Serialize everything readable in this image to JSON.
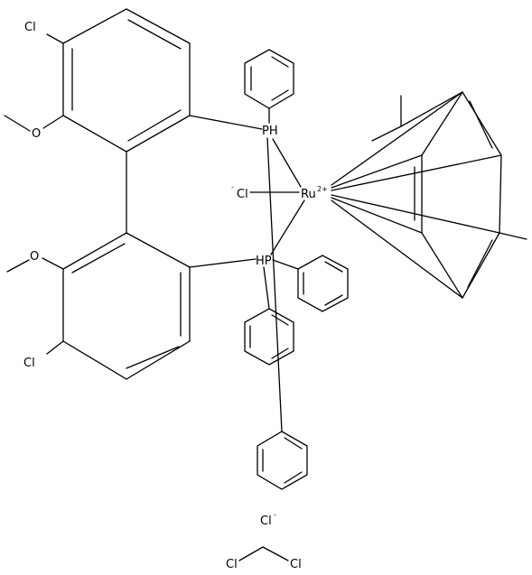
{
  "structure": {
    "atoms": {
      "cl_top_aryl": "Cl",
      "methoxy_top": "O",
      "methoxy_bottom": "O",
      "cl_bottom_aryl": "Cl",
      "p_top": "PH",
      "p_bottom": "HP",
      "ru": "Ru",
      "ru_charge": "2+",
      "ru_cl": "Cl",
      "ru_cl_charge": "-"
    },
    "counterion": {
      "symbol": "Cl",
      "charge": "-"
    },
    "solvent": {
      "left": "Cl",
      "right": "Cl"
    }
  },
  "colors": {
    "ink": "#000000",
    "background": "#ffffff"
  }
}
